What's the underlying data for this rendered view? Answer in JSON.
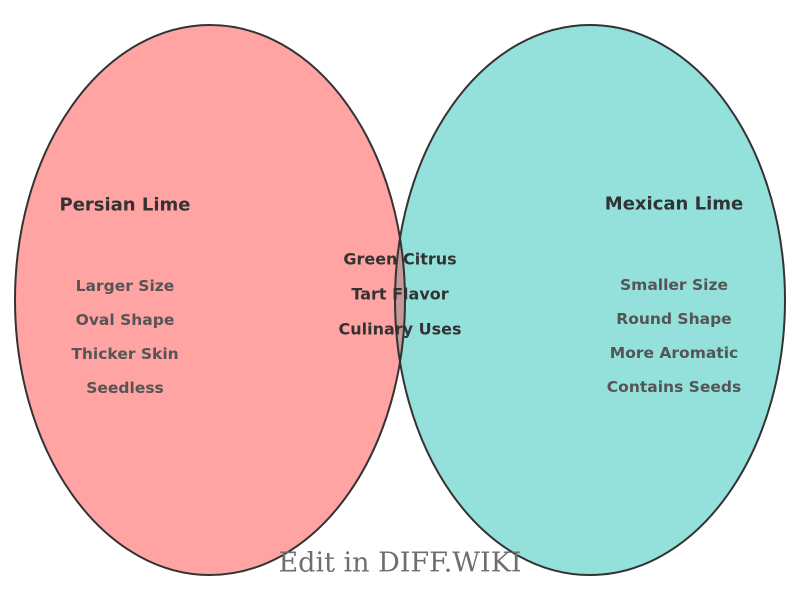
{
  "diagram": {
    "type": "venn",
    "left": {
      "title": "Persian Lime",
      "color": "#ffa3a3",
      "items": [
        "Larger Size",
        "Oval Shape",
        "Thicker Skin",
        "Seedless"
      ]
    },
    "right": {
      "title": "Mexican Lime",
      "color": "#94e0da",
      "items": [
        "Smaller Size",
        "Round Shape",
        "More Aromatic",
        "Contains Seeds"
      ]
    },
    "overlap": {
      "color": "#c29a9a",
      "items": [
        "Green Citrus",
        "Tart Flavor",
        "Culinary Uses"
      ]
    },
    "outline_color": "#333333"
  },
  "watermark": "Edit in DIFF.WIKI"
}
